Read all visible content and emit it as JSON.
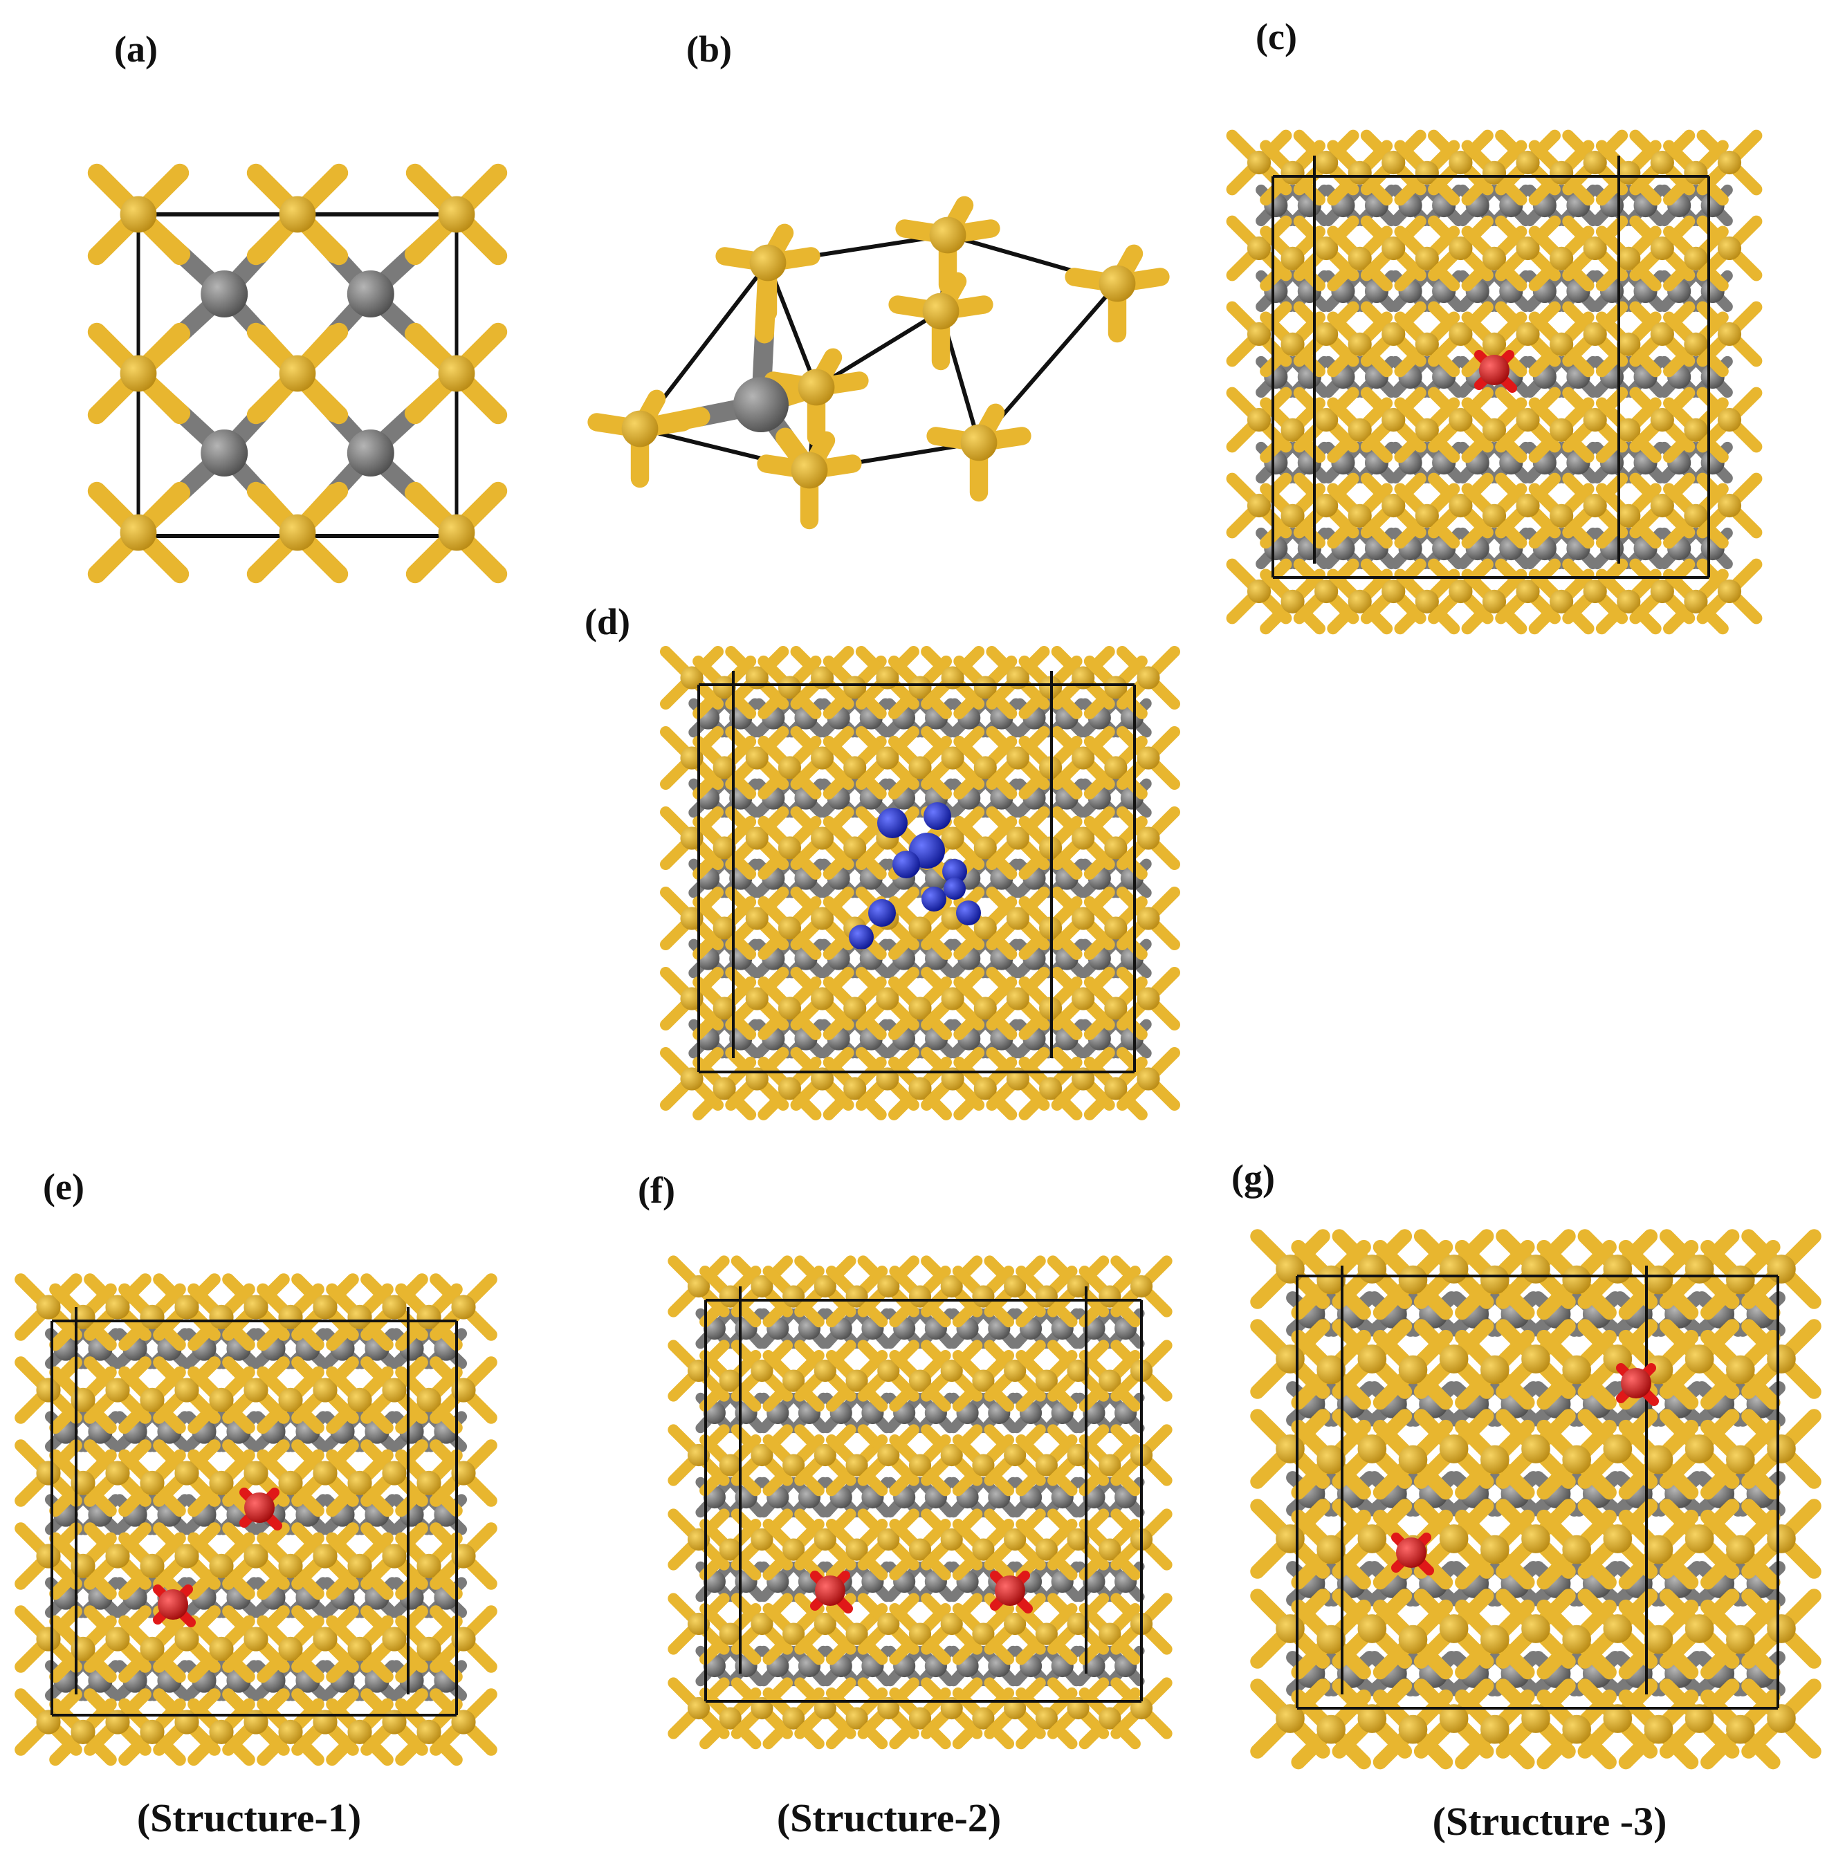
{
  "figure": {
    "panels": [
      {
        "id": "a",
        "label": "(a)",
        "view": "cubic-cell"
      },
      {
        "id": "b",
        "label": "(b)",
        "view": "primitive-cell"
      },
      {
        "id": "c",
        "label": "(c)",
        "view": "supercell",
        "highlight": "red",
        "highlight_count": 1
      },
      {
        "id": "d",
        "label": "(d)",
        "view": "supercell",
        "highlight": "blue",
        "highlight_count": 1
      },
      {
        "id": "e",
        "label": "(e)",
        "view": "supercell",
        "highlight": "red",
        "highlight_count": 2,
        "caption": "(Structure-1)"
      },
      {
        "id": "f",
        "label": "(f)",
        "view": "supercell",
        "highlight": "red",
        "highlight_count": 2,
        "caption": "(Structure-2)"
      },
      {
        "id": "g",
        "label": "(g)",
        "view": "supercell",
        "highlight": "red",
        "highlight_count": 2,
        "caption": "(Structure -3)"
      }
    ]
  },
  "colors": {
    "yellow_atom": "#e8b62f",
    "yellow_dark": "#b98a14",
    "gray_atom": "#7a7a7a",
    "gray_dark": "#4f4f4f",
    "red_atom": "#e01818",
    "blue_atom": "#1f2fe0",
    "cell_edge": "#111111"
  }
}
